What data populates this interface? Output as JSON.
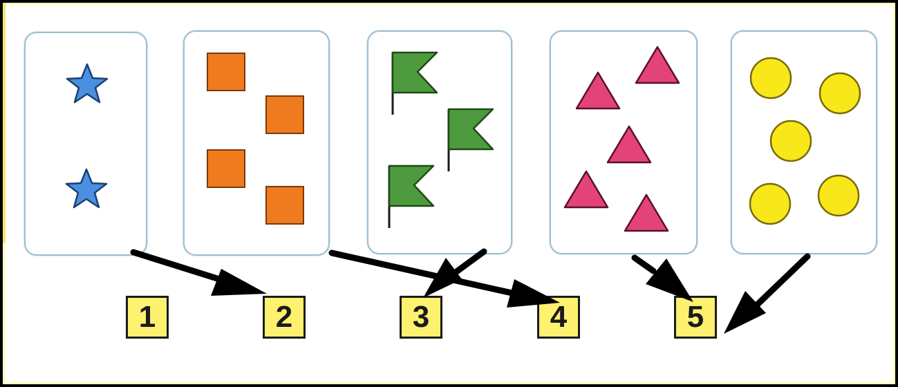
{
  "colors": {
    "star": "#4a90e0",
    "square": "#f07a1e",
    "flag": "#4e9a3e",
    "triangle": "#e3437a",
    "circle": "#f8e81a",
    "card_border": "#9dbfcd",
    "number_box": "#fdf16f",
    "arrow": "#000000"
  },
  "cards": [
    {
      "shape": "star-icon",
      "count": 2
    },
    {
      "shape": "square-icon",
      "count": 4
    },
    {
      "shape": "flag-icon",
      "count": 3
    },
    {
      "shape": "triangle-icon",
      "count": 5
    },
    {
      "shape": "circle-icon",
      "count": 5
    }
  ],
  "numbers": [
    "1",
    "2",
    "3",
    "4",
    "5"
  ],
  "arrows": [
    {
      "from_card": 1,
      "to_number": "2"
    },
    {
      "from_card": 2,
      "to_number": "4"
    },
    {
      "from_card": 3,
      "to_number": "3"
    },
    {
      "from_card": 4,
      "to_number": "5"
    },
    {
      "from_card": 5,
      "to_number": "5"
    }
  ]
}
